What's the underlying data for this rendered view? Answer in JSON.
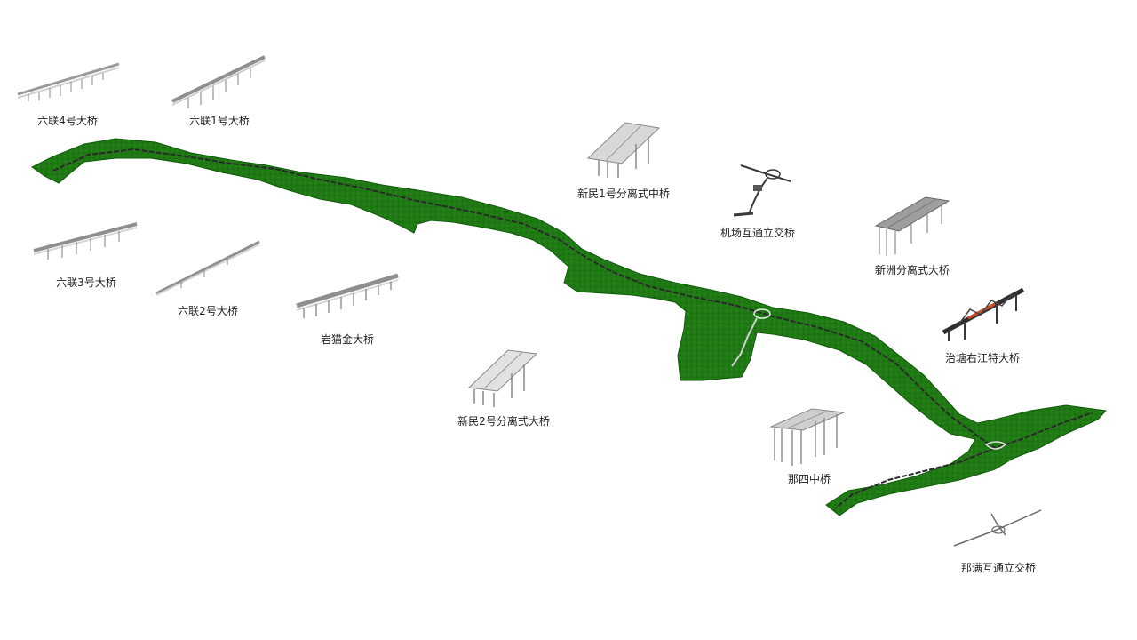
{
  "colors": {
    "terrain": "#1f7a14",
    "terrain_dark": "#0f5a0a",
    "road": "#333333",
    "bridge": "#bdbdbd",
    "special_bridge": "#2f2f2f",
    "special_accent": "#d14b2a"
  },
  "bridges": [
    {
      "id": "liulian4",
      "name": "六联4号大桥"
    },
    {
      "id": "liulian1",
      "name": "六联1号大桥"
    },
    {
      "id": "liulian3",
      "name": "六联3号大桥"
    },
    {
      "id": "liulian2",
      "name": "六联2号大桥"
    },
    {
      "id": "yanmaojin",
      "name": "岩猫金大桥"
    },
    {
      "id": "xinmin1",
      "name": "新民1号分离式中桥"
    },
    {
      "id": "jichang",
      "name": "机场互通立交桥"
    },
    {
      "id": "xinzhou",
      "name": "新洲分离式大桥"
    },
    {
      "id": "xinmin2",
      "name": "新民2号分离式大桥"
    },
    {
      "id": "yitang",
      "name": "治塘右江特大桥"
    },
    {
      "id": "nasi",
      "name": "那四中桥"
    },
    {
      "id": "naman",
      "name": "那满互通立交桥"
    }
  ]
}
